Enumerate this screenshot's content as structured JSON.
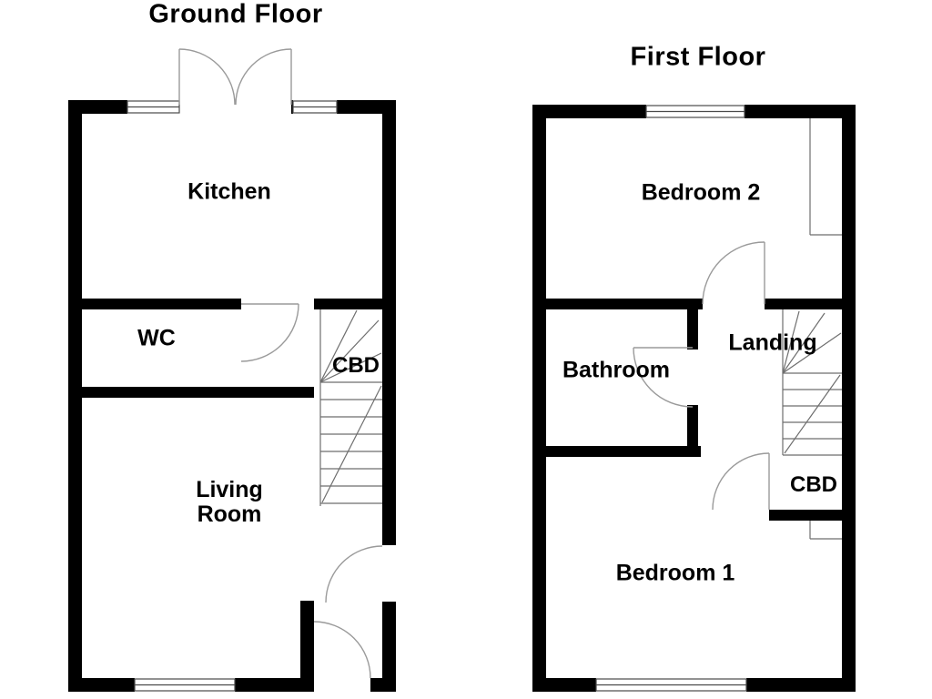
{
  "document": {
    "type": "floorplan",
    "background": "#ffffff"
  },
  "colors": {
    "wall": "#000000",
    "thin_line": "#6e6e6e",
    "arc_line": "#9a9a9a",
    "text": "#000000"
  },
  "ground_floor": {
    "title": "Ground Floor",
    "rooms": {
      "kitchen": "Kitchen",
      "wc": "WC",
      "cbd": "CBD",
      "living_room": "Living Room"
    }
  },
  "first_floor": {
    "title": "First Floor",
    "rooms": {
      "bedroom2": "Bedroom 2",
      "bathroom": "Bathroom",
      "landing": "Landing",
      "cbd": "CBD",
      "bedroom1": "Bedroom 1"
    }
  }
}
